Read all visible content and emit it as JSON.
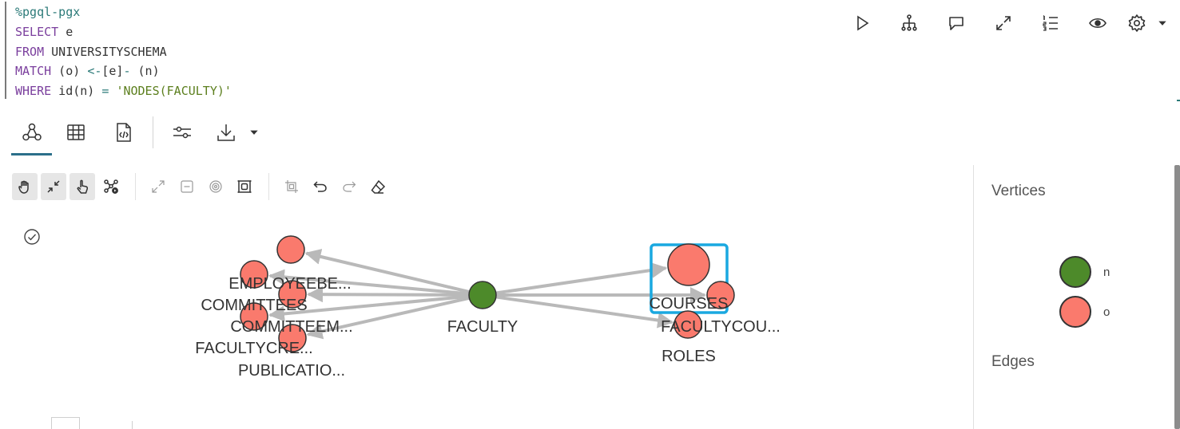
{
  "editor": {
    "lines": [
      [
        {
          "t": "%pgql-pgx",
          "c": "magic"
        }
      ],
      [
        {
          "t": "SELECT",
          "c": "kw"
        },
        {
          "t": " e",
          "c": ""
        }
      ],
      [
        {
          "t": "FROM",
          "c": "kw"
        },
        {
          "t": " UNIVERSITYSCHEMA",
          "c": ""
        }
      ],
      [
        {
          "t": "MATCH",
          "c": "kw"
        },
        {
          "t": " (o) ",
          "c": ""
        },
        {
          "t": "<-",
          "c": "sym"
        },
        {
          "t": "[e]",
          "c": ""
        },
        {
          "t": "-",
          "c": "sym"
        },
        {
          "t": " (n)",
          "c": ""
        }
      ],
      [
        {
          "t": "WHERE",
          "c": "kw"
        },
        {
          "t": " id(n) ",
          "c": ""
        },
        {
          "t": "=",
          "c": "sym"
        },
        {
          "t": " ",
          "c": ""
        },
        {
          "t": "'NODES(FACULTY)'",
          "c": "str"
        }
      ]
    ]
  },
  "paragraph_toolbar": [
    "run-icon",
    "hierarchy-icon",
    "comment-icon",
    "expand-icon",
    "numbered-list-icon",
    "eye-icon",
    "settings-icon",
    "caret-down-icon"
  ],
  "result_tabs": [
    "graph-view-icon",
    "table-view-icon",
    "code-view-icon",
    "adjust-settings-icon",
    "download-icon"
  ],
  "graph_toolbar": [
    "hand-pan-icon",
    "collapse-icon",
    "pointer-select-icon",
    "graph-expand-icon",
    "fit-icon",
    "minus-icon",
    "focus-icon",
    "frame-icon",
    "crop-icon",
    "undo-icon",
    "redo-icon",
    "eraser-icon"
  ],
  "graph": {
    "center": {
      "label": "FACULTY",
      "color": "#4d8a2a"
    },
    "vertices": [
      {
        "label": "EMPLOYEEBE..."
      },
      {
        "label": "COMMITTEES"
      },
      {
        "label": "COMMITTEEM..."
      },
      {
        "label": "FACULTYCRE..."
      },
      {
        "label": "PUBLICATIO..."
      },
      {
        "label": "COURSES"
      },
      {
        "label": "FACULTYCOU..."
      },
      {
        "label": "ROLES"
      }
    ],
    "node_color": "#fa7a6d",
    "selection_color": "#1aa8e0",
    "edge_color": "#b9b9b9"
  },
  "legend": {
    "vertices_title": "Vertices",
    "edges_title": "Edges",
    "items": [
      {
        "label": "n",
        "color": "#4d8a2a"
      },
      {
        "label": "o",
        "color": "#fa7a6d"
      }
    ]
  }
}
